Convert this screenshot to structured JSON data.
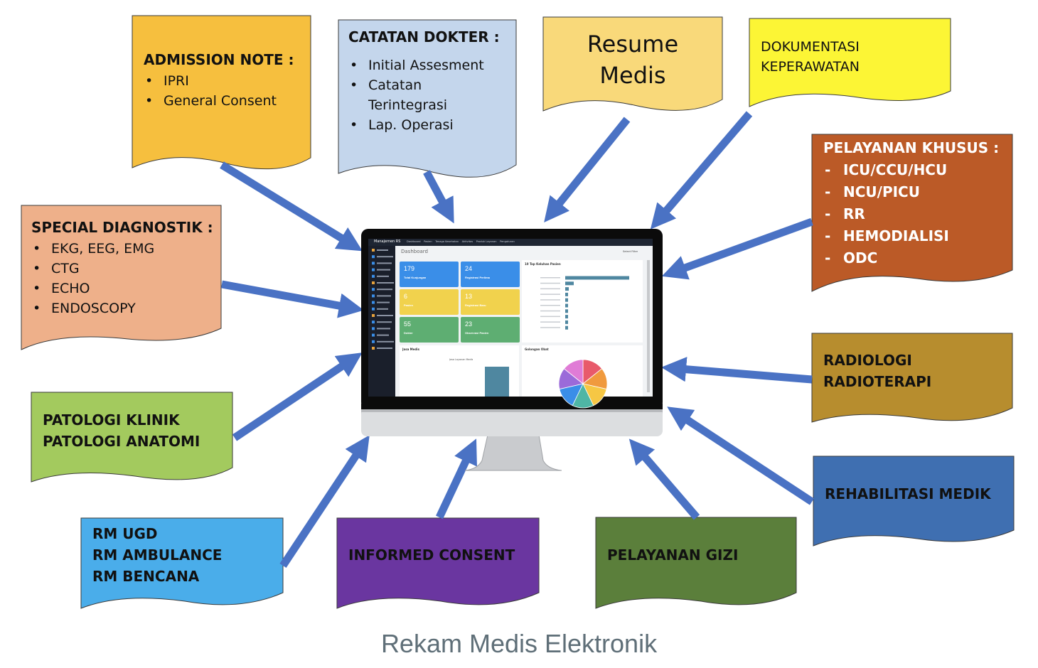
{
  "caption": "Rekam Medis Elektronik",
  "admission": {
    "title": "ADMISSION NOTE :",
    "items": [
      "IPRI",
      "General Consent"
    ]
  },
  "dokter": {
    "title": "CATATAN DOKTER :",
    "items": [
      "Initial  Assesment",
      "Catatan",
      "Terintegrasi",
      "Lap. Operasi"
    ]
  },
  "resume": {
    "line1": "Resume",
    "line2": "Medis"
  },
  "dokumentasi": {
    "line1": "DOKUMENTASI",
    "line2": "KEPERAWATAN"
  },
  "pelayanan_khusus": {
    "title": "PELAYANAN KHUSUS :",
    "items": [
      "ICU/CCU/HCU",
      "NCU/PICU",
      "RR",
      "HEMODIALISI",
      "ODC"
    ]
  },
  "special": {
    "title": "SPECIAL DIAGNOSTIK :",
    "items": [
      "EKG, EEG, EMG",
      "CTG",
      "ECHO",
      "ENDOSCOPY"
    ]
  },
  "radiologi": {
    "line1": "RADIOLOGI",
    "line2": "RADIOTERAPI"
  },
  "patologi": {
    "line1": "PATOLOGI KLINIK",
    "line2": "PATOLOGI ANATOMI"
  },
  "rehab": {
    "line1": "REHABILITASI MEDIK"
  },
  "rm": {
    "line1": "RM UGD",
    "line2": "RM AMBULANCE",
    "line3": "RM BENCANA"
  },
  "informed": {
    "line1": "INFORMED CONSENT"
  },
  "gizi": {
    "line1": "PELAYANAN GIZI"
  },
  "colors": {
    "admission": "#f6bf3e",
    "dokter": "#c4d6ec",
    "resume": "#f9d97a",
    "dokumentasi": "#fcf535",
    "pelayanan_khusus": "#bb5a27",
    "special": "#eeb08a",
    "radiologi": "#b78d2e",
    "patologi": "#a3ca5e",
    "rehab": "#3f6fb1",
    "rm": "#4aadea",
    "informed": "#6a36a0",
    "gizi": "#5b7f3b",
    "arrow": "#4a72c4"
  },
  "screen": {
    "app_title": "Manajemen RS",
    "nav": [
      "Dashboard",
      "Pasien",
      "Tenaga Kesehatan",
      "Aktivitas",
      "Produk Layanan",
      "Pengaturan"
    ],
    "page_title": "Dashboard",
    "filter_label": "Select Filter",
    "tiles": [
      {
        "value": "179",
        "label": "Total Kunjungan"
      },
      {
        "value": "24",
        "label": "Registrasi Perlima"
      },
      {
        "value": "6",
        "label": "Pasien"
      },
      {
        "value": "13",
        "label": "Registrasi Baru"
      },
      {
        "value": "55",
        "label": "Dokter"
      },
      {
        "value": "23",
        "label": "Observasi Pasien"
      }
    ],
    "panel_top": "10 Top Keluhan Pasien",
    "panel_left": "Jasa Medis",
    "panel_right": "Golongan Obat",
    "legend": "Jasa Layanan Medis"
  }
}
